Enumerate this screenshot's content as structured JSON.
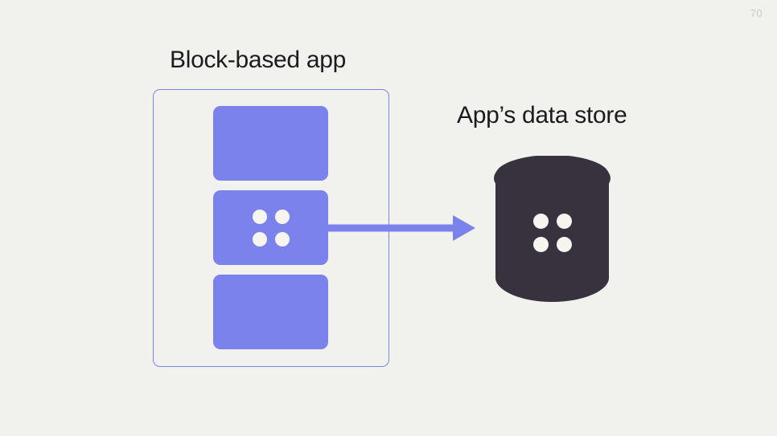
{
  "slide": {
    "page_number": "70",
    "background_color": "#f1f2ed"
  },
  "diagram": {
    "left_group": {
      "title": "Block-based app",
      "container_name": "app-boundary",
      "accent_color": "#7b82ec",
      "blocks": [
        {
          "label": "",
          "has_dots": false
        },
        {
          "label": "",
          "has_dots": true
        },
        {
          "label": "",
          "has_dots": false
        }
      ]
    },
    "connector": {
      "icon": "arrow-right-icon",
      "color": "#7b82ec",
      "direction": "left-to-right"
    },
    "right_group": {
      "title": "App’s data store",
      "icon": "database-cylinder-icon",
      "fill_color": "#37323e",
      "dot_color": "#f6f5f0",
      "has_dots": true
    },
    "dot_glyph": {
      "name": "four-dots-icon",
      "count": 4,
      "arrangement": "2x2"
    }
  }
}
